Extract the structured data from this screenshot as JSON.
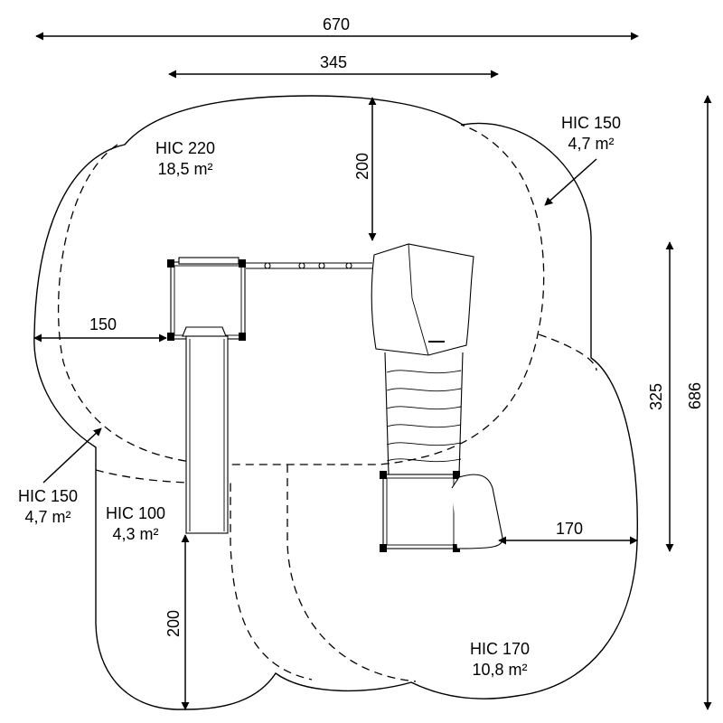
{
  "dimensions": {
    "total_width": "670",
    "upper_width": "345",
    "top_offset": "200",
    "left_offset": "150",
    "right_height": "325",
    "total_height": "686",
    "right_offset": "170",
    "bottom_offset": "200"
  },
  "zones": {
    "hic220": {
      "label": "HIC 220",
      "area": "18,5 m²"
    },
    "hic150_right": {
      "label": "HIC 150",
      "area": "4,7 m²"
    },
    "hic150_left": {
      "label": "HIC 150",
      "area": "4,7 m²"
    },
    "hic100": {
      "label": "HIC 100",
      "area": "4,3 m²"
    },
    "hic170": {
      "label": "HIC 170",
      "area": "10,8 m²"
    }
  }
}
